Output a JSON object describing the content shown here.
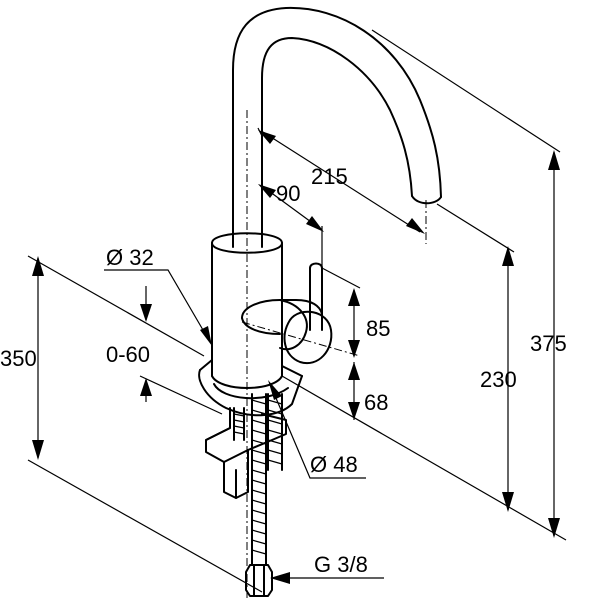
{
  "dimensions": {
    "d215": "215",
    "d90": "90",
    "d32": "Ø 32",
    "d85": "85",
    "d350": "350",
    "d060": "0-60",
    "d230": "230",
    "d375": "375",
    "d68": "68",
    "d48": "Ø 48",
    "g38": "G 3/8"
  }
}
